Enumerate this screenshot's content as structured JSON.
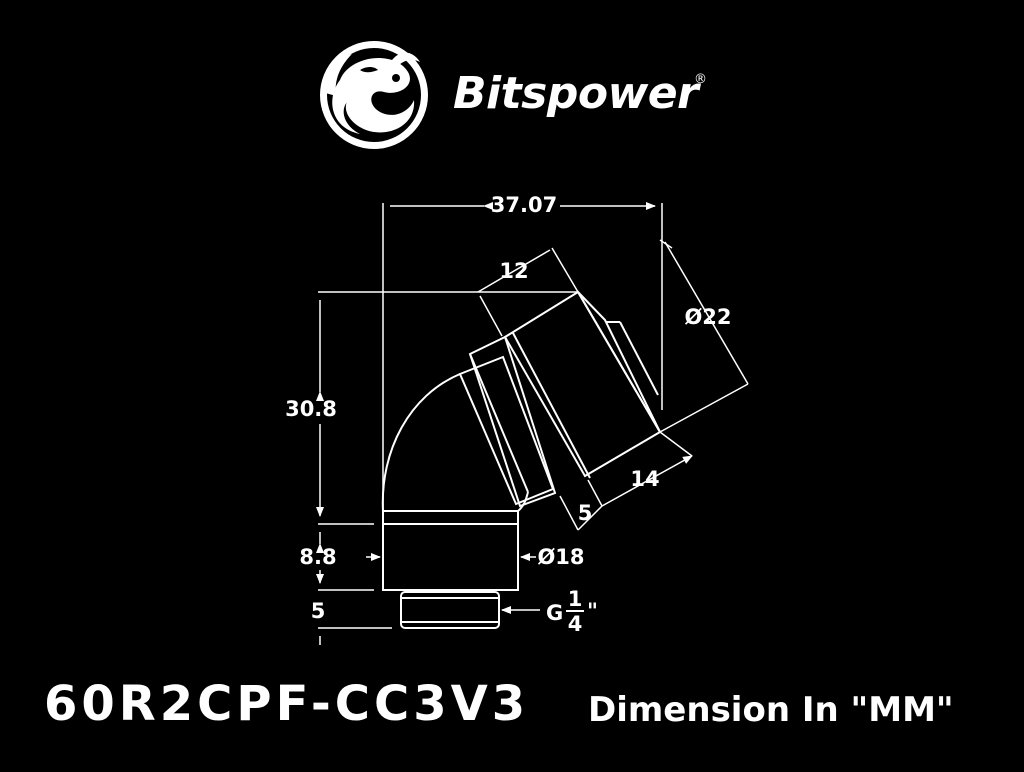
{
  "brand": {
    "name": "Bitspower",
    "registered_mark": "®",
    "logo": "dragon-emblem"
  },
  "product": {
    "code": "60R2CPF-CC3V3",
    "unit_note": "Dimension In \"MM\""
  },
  "dimensions": {
    "overall_width": "37.07",
    "ring_width": "12",
    "outer_diameter": "Ø22",
    "height": "30.8",
    "base_height": "8.8",
    "base_diameter": "Ø18",
    "thread_length": "5",
    "angled_length": "14",
    "angled_offset": "5",
    "thread_prefix": "G",
    "thread_num": "1",
    "thread_den": "4",
    "thread_suffix": "\""
  }
}
